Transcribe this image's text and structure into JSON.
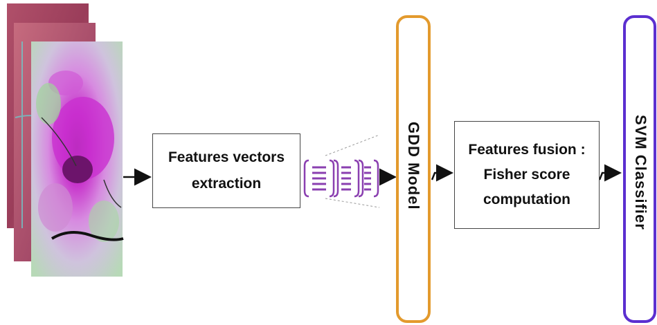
{
  "nodes": {
    "feature_extraction": {
      "line1": "Features vectors",
      "line2": "extraction"
    },
    "gdd_model": {
      "label": "GDD Model"
    },
    "fusion": {
      "line1": "Features fusion :",
      "line2": "Fisher score",
      "line3": "computation"
    },
    "svm": {
      "label": "SVM Classifier"
    }
  },
  "colors": {
    "gdd_border": "#e39a2d",
    "svm_border": "#5b2fd0",
    "vector_icon": "#8a3fb0",
    "arrow": "#111111"
  },
  "icons": {
    "input_images": "satellite-image-stack-icon",
    "vectors": "feature-vectors-icon"
  }
}
